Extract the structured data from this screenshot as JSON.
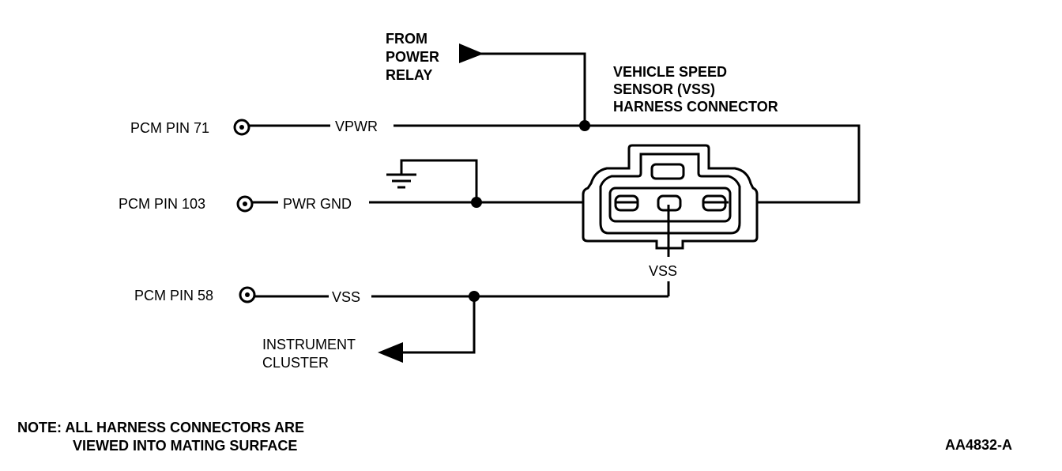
{
  "diagram": {
    "connector_title": [
      "VEHICLE SPEED",
      "SENSOR (VSS)",
      "HARNESS CONNECTOR"
    ],
    "power_source": [
      "FROM",
      "POWER",
      "RELAY"
    ],
    "pcm_pins": [
      {
        "label": "PCM PIN 71",
        "circuit": "VPWR"
      },
      {
        "label": "PCM PIN 103",
        "circuit": "PWR GND"
      },
      {
        "label": "PCM PIN 58",
        "circuit": "VSS"
      }
    ],
    "connector_pin_label": "VSS",
    "destination": [
      "INSTRUMENT",
      "CLUSTER"
    ],
    "note": [
      "NOTE: ALL HARNESS CONNECTORS ARE",
      "VIEWED INTO MATING SURFACE"
    ],
    "figure_id": "AA4832-A",
    "colors": {
      "ink": "#000000",
      "paper": "#ffffff"
    }
  }
}
